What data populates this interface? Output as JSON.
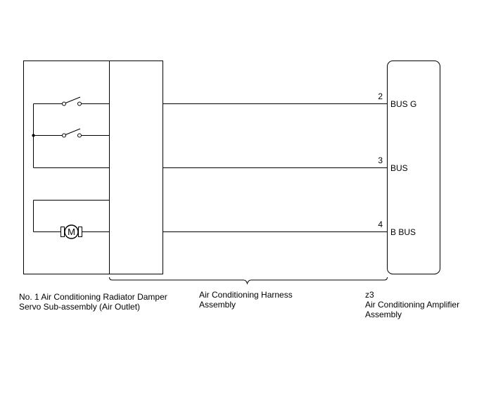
{
  "connections": [
    {
      "pin": "2",
      "signal": "BUS G"
    },
    {
      "pin": "3",
      "signal": "BUS"
    },
    {
      "pin": "4",
      "signal": "B BUS"
    }
  ],
  "components": {
    "damper_servo": {
      "name_line1": "No. 1 Air Conditioning Radiator Damper",
      "name_line2": "Servo Sub-assembly (Air Outlet)",
      "motor_symbol": "M"
    },
    "harness": {
      "name_line1": "Air Conditioning Harness",
      "name_line2": "Assembly"
    },
    "amplifier": {
      "connector": "z3",
      "name_line1": "Air Conditioning Amplifier",
      "name_line2": "Assembly"
    }
  },
  "icons": [
    "switch-icon",
    "motor-icon",
    "brace-icon"
  ]
}
